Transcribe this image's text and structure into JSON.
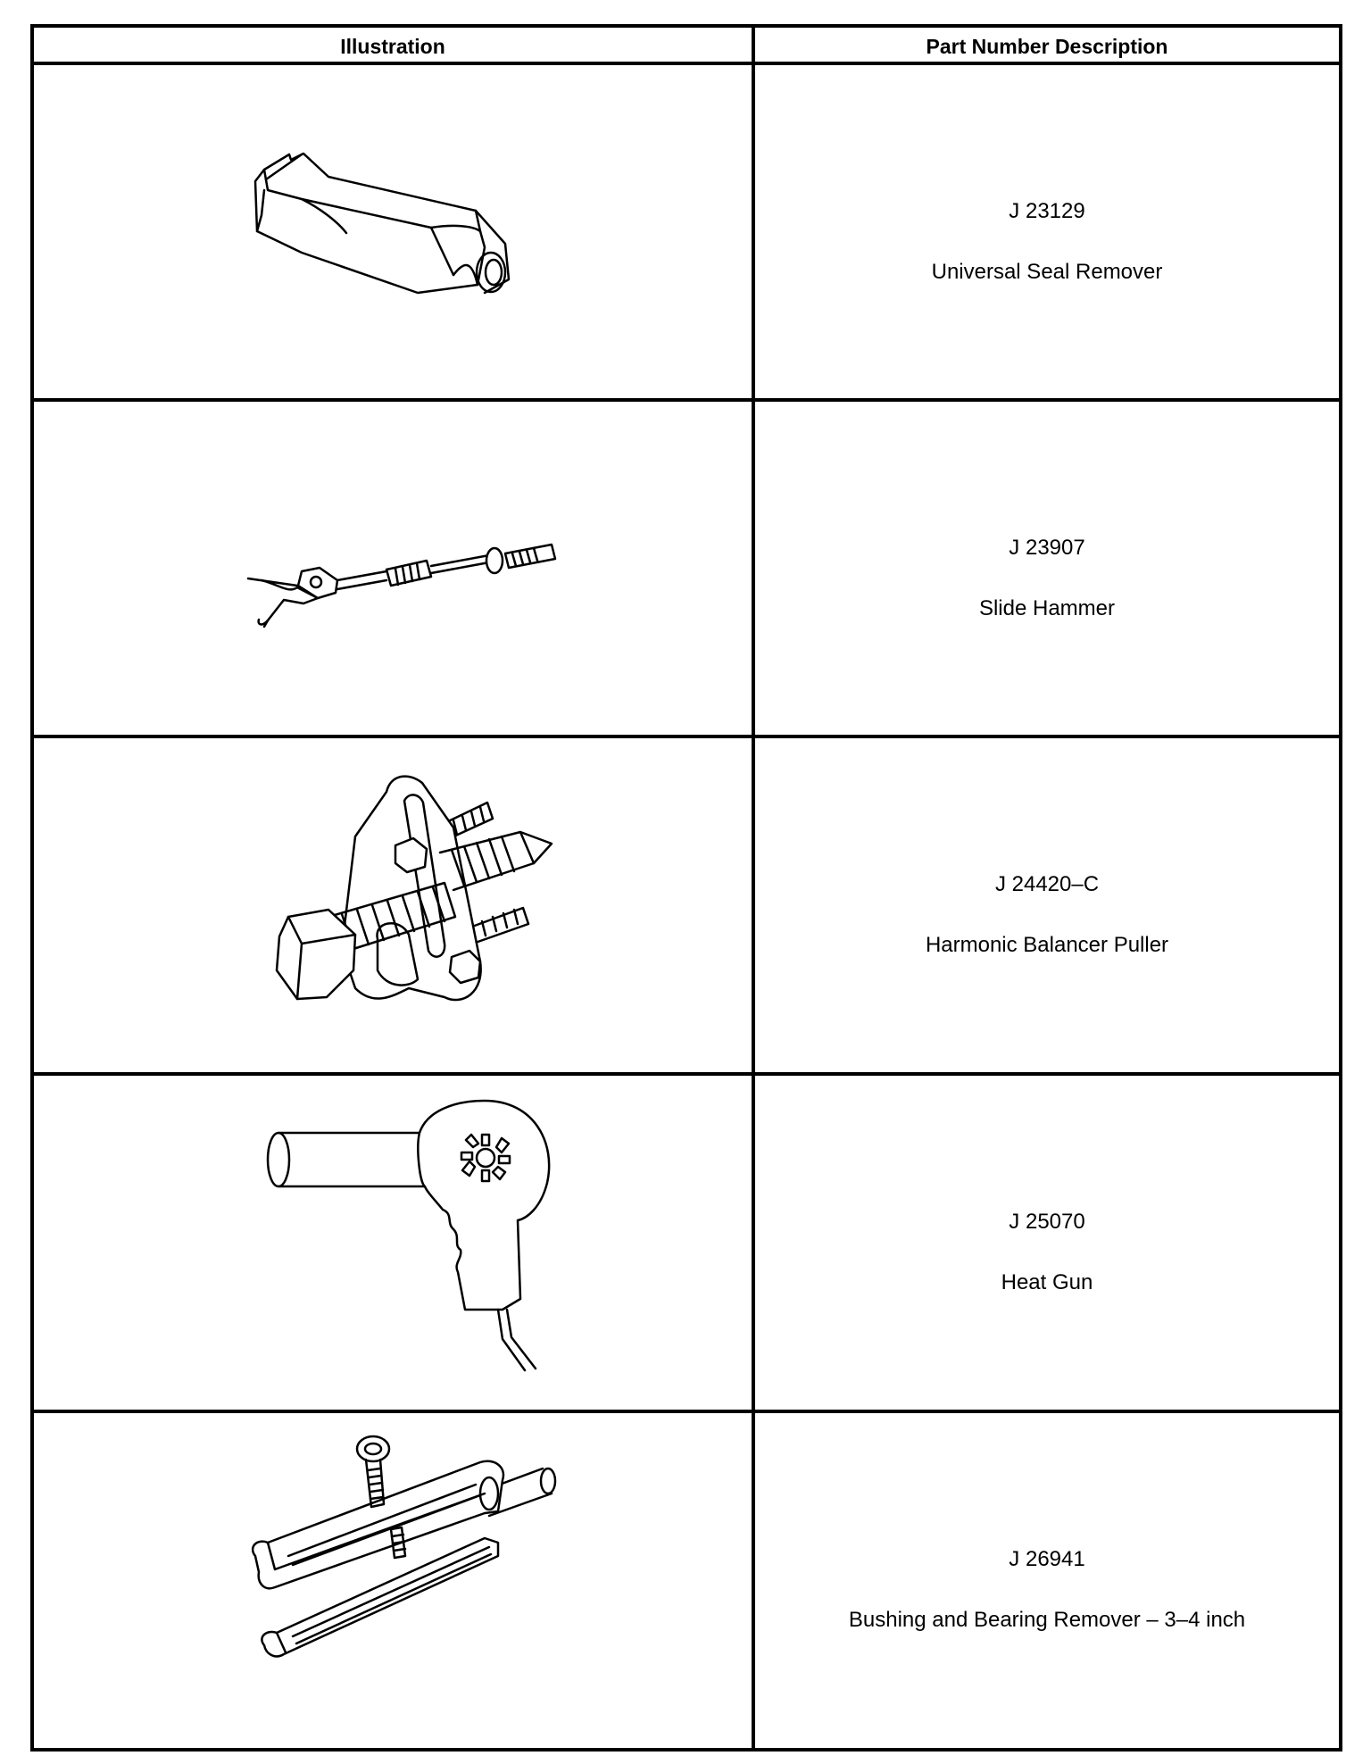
{
  "table": {
    "headers": {
      "illustration": "Illustration",
      "description": "Part Number Description"
    },
    "rows": [
      {
        "part_number": "J 23129",
        "name": "Universal Seal Remover",
        "illustration": "seal-remover-icon"
      },
      {
        "part_number": "J 23907",
        "name": "Slide Hammer",
        "illustration": "slide-hammer-icon"
      },
      {
        "part_number": "J 24420–C",
        "name": "Harmonic Balancer Puller",
        "illustration": "balancer-puller-icon"
      },
      {
        "part_number": "J 25070",
        "name": "Heat Gun",
        "illustration": "heat-gun-icon"
      },
      {
        "part_number": "J 26941",
        "name": "Bushing and Bearing Remover – 3–4 inch",
        "illustration": "bushing-remover-icon"
      }
    ]
  }
}
